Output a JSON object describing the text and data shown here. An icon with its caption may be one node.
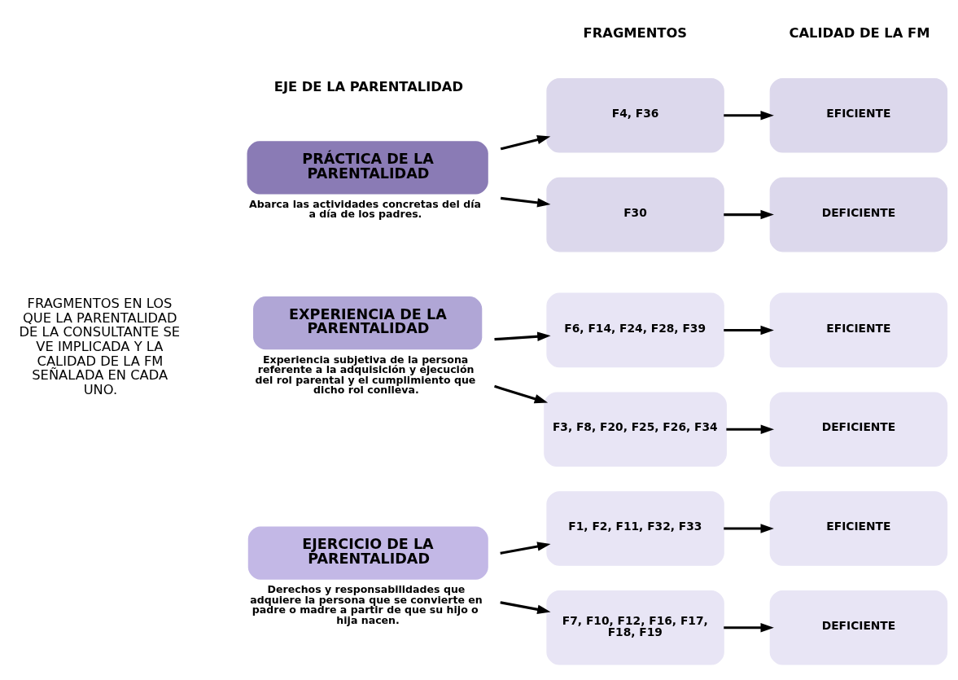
{
  "diagram": {
    "nodes": [
      {
        "text": [
          "EJERCICIO DE LA PARENTALIDAD"
        ],
        "beside": [
          "Derechos y responsabilidades que adquiere la persona que se convierte en padre o madre a partir de que su hijo o hija nacen."
        ]
      },
      {
        "text": [
          "F1, F2, F11, F32, F33"
        ]
      },
      {
        "text": [
          "EFICIENTE"
        ]
      },
      {
        "text": [
          "F7, F10, F12, F16, F17, F18, F19"
        ]
      },
      {
        "text": [
          "DEFICIENTE"
        ]
      },
      {
        "text": [
          "EXPERIENCIA DE LA PARENTALIDAD"
        ],
        "beside": [
          "Experiencia subjetiva de la persona referente a la adquisición y ejecución del rol parental y el cumplimiento que dicho rol conlleva."
        ]
      },
      {
        "text": [
          "F6, F14, F24, F28, F39"
        ]
      },
      {
        "text": [
          "EFICIENTE"
        ]
      },
      {
        "text": [
          "F3, F8, F20, F25, F26, F34"
        ]
      },
      {
        "text": [
          "DEFICIENTE"
        ]
      },
      {
        "text": [
          "PRÁCTICA DE LA PARENTALIDAD"
        ],
        "beside": [
          "Abarca las actividades concretas del día a día de los padres."
        ]
      },
      {
        "text": [
          "F4, F36"
        ]
      },
      {
        "text": [
          "EFICIENTE"
        ]
      },
      {
        "text": [
          "F30"
        ]
      },
      {
        "text": [
          "DEFICIENTE"
        ]
      }
    ],
    "edges": [
      {
        "from": 0,
        "to": 1,
        "arrow": "to"
      },
      {
        "from": 0,
        "to": 3,
        "arrow": "to"
      },
      {
        "from": 1,
        "to": 2,
        "arrow": "to"
      },
      {
        "from": 3,
        "to": 4,
        "arrow": "to"
      },
      {
        "from": 5,
        "to": 6,
        "arrow": "to"
      },
      {
        "from": 5,
        "to": 8,
        "arrow": "to"
      },
      {
        "from": 6,
        "to": 7,
        "arrow": "to"
      },
      {
        "from": 8,
        "to": 9,
        "arrow": "to"
      },
      {
        "from": 10,
        "to": 11,
        "arrow": "to"
      },
      {
        "from": 10,
        "to": 13,
        "arrow": "to"
      },
      {
        "from": 11,
        "to": 12,
        "arrow": "to"
      },
      {
        "from": 13,
        "to": 14,
        "arrow": "to"
      }
    ],
    "labels": [
      "EJE DE LA PARENTALIDAD",
      "FRAGMENTOS",
      "CALIDAD DE LA FM",
      "FRAGMENTOS EN LOS QUE LA PARENTALIDAD DE LA CONSULTANTE SE VE IMPLICADA Y LA CALIDAD DE LA FM SEÑALADA EN CADA UNO."
    ]
  }
}
